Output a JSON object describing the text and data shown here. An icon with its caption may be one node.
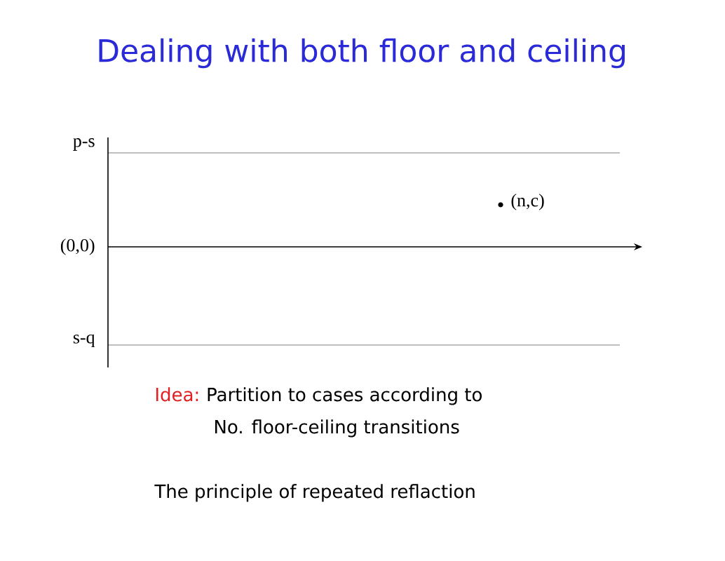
{
  "diagram": {
    "title": "Dealing with both floor and ceiling",
    "labels": [
      "p-s",
      "(n,c)",
      "(0,0)",
      "s-q",
      "Idea:",
      "Partition to cases according to",
      "No. floor-ceiling transitions",
      "The principle of repeated reflaction"
    ]
  }
}
